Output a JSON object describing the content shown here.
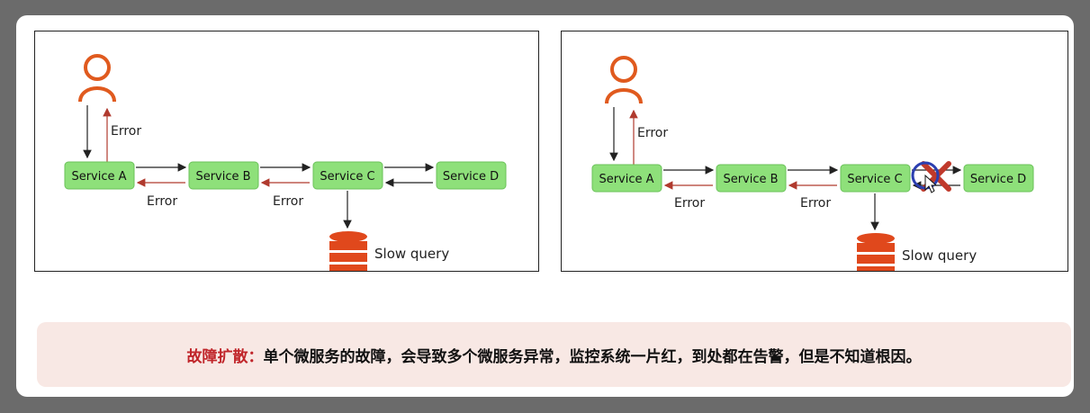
{
  "left_diagram": {
    "services": [
      "Service A",
      "Service B",
      "Service C",
      "Service D"
    ],
    "error_labels": [
      "Error",
      "Error",
      "Error"
    ],
    "db_label": "Slow query"
  },
  "right_diagram": {
    "services": [
      "Service A",
      "Service B",
      "Service C",
      "Service D"
    ],
    "error_labels": [
      "Error",
      "Error",
      "Error"
    ],
    "db_label": "Slow query"
  },
  "note": {
    "highlight": "故障扩散：",
    "text": "单个微服务的故障，会导致多个微服务异常，监控系统一片红，到处都在告警，但是不知道根因。"
  },
  "colors": {
    "service_fill": "#8ee07a",
    "service_stroke": "#6bc25a",
    "error_arrow": "#b03a2e",
    "user_icon": "#e05a1e",
    "db_icon": "#e0481c",
    "cross": "#c0392b",
    "circle": "#2b3fb0"
  }
}
